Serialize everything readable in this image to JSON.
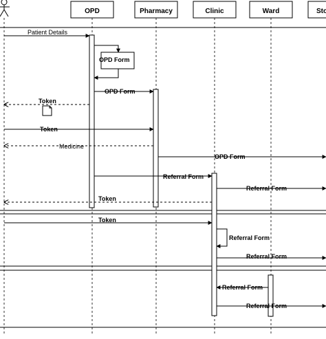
{
  "participants": [
    {
      "id": "actor",
      "label": ""
    },
    {
      "id": "opd",
      "label": "OPD"
    },
    {
      "id": "pharmacy",
      "label": "Pharmacy"
    },
    {
      "id": "clinic",
      "label": "Clinic"
    },
    {
      "id": "ward",
      "label": "Ward"
    },
    {
      "id": "store",
      "label": "Sto"
    }
  ],
  "messages": [
    {
      "from": "actor",
      "to": "opd",
      "label": "Patient Details",
      "style": "solid",
      "bold": false
    },
    {
      "from": "opd",
      "to": "opd",
      "label": "OPD Form",
      "style": "self",
      "bold": true
    },
    {
      "from": "opd",
      "to": "pharmacy",
      "label": "OPD Form",
      "style": "solid",
      "bold": true
    },
    {
      "from": "opd",
      "to": "actor",
      "label": "Token",
      "style": "dashed",
      "bold": true
    },
    {
      "from": "actor",
      "to": "pharmacy",
      "label": "Token",
      "style": "solid",
      "bold": true
    },
    {
      "from": "pharmacy",
      "to": "actor",
      "label": "Medicine",
      "style": "dashed",
      "bold": false
    },
    {
      "from": "pharmacy",
      "to": "store",
      "label": "OPD Form",
      "style": "solid",
      "bold": true
    },
    {
      "from": "opd",
      "to": "clinic",
      "label": "Referral Form",
      "style": "solid",
      "bold": true
    },
    {
      "from": "clinic",
      "to": "store",
      "label": "Referral Form",
      "style": "solid",
      "bold": true
    },
    {
      "from": "clinic",
      "to": "actor",
      "label": "Token",
      "style": "dashed",
      "bold": true
    },
    {
      "from": "actor",
      "to": "clinic",
      "label": "Token",
      "style": "solid",
      "bold": true
    },
    {
      "from": "clinic",
      "to": "clinic",
      "label": "Referral Form",
      "style": "self",
      "bold": true
    },
    {
      "from": "clinic",
      "to": "store",
      "label": "Referral Form",
      "style": "solid",
      "bold": true
    },
    {
      "from": "ward",
      "to": "clinic",
      "label": "Referral Form",
      "style": "solid",
      "bold": true
    },
    {
      "from": "clinic",
      "to": "store",
      "label": "Referral Form",
      "style": "solid",
      "bold": true
    }
  ]
}
